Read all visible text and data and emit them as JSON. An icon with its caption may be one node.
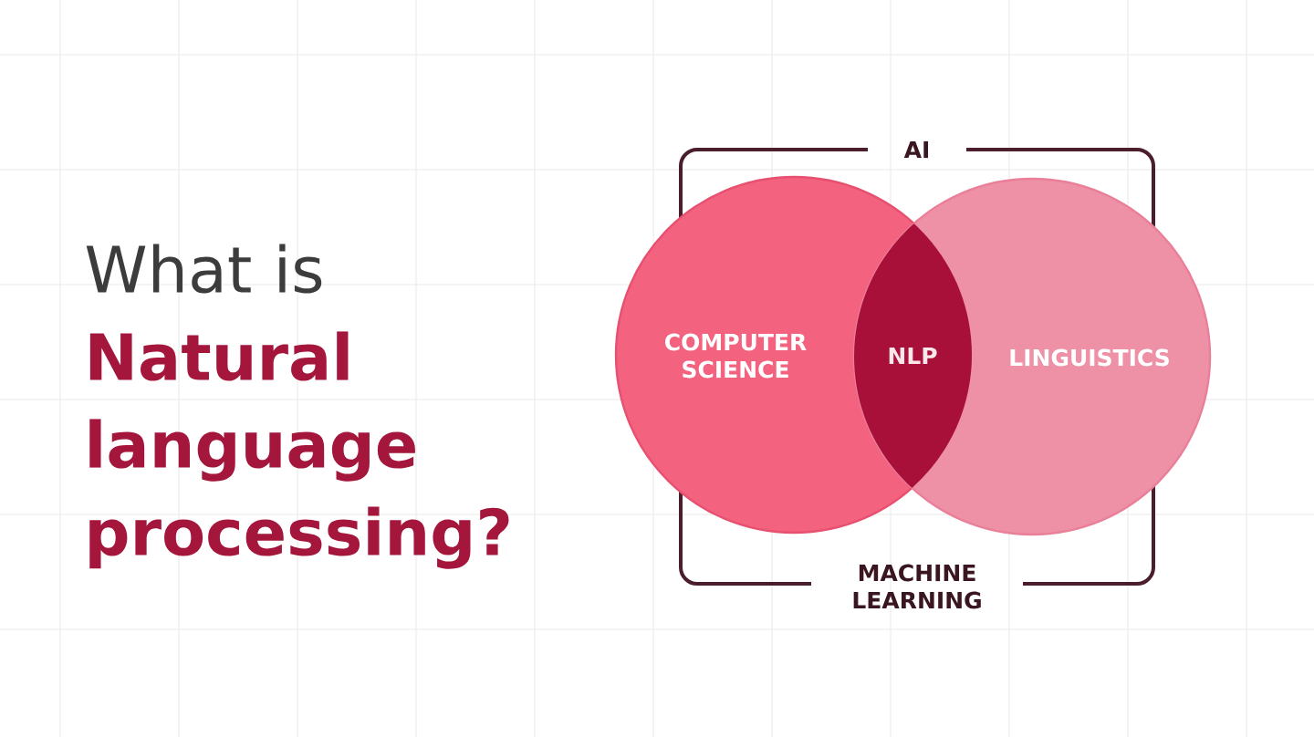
{
  "diagram": {
    "title": "What is **Natural language processing?**",
    "nodes": [
      {
        "text": [
          "AI",
          "MACHINE LEARNING"
        ]
      },
      {
        "text": [
          "COMPUTER SCIENCE"
        ]
      },
      {
        "text": [
          "NLP"
        ]
      },
      {
        "text": [
          "LINGUISTICS"
        ]
      }
    ]
  }
}
